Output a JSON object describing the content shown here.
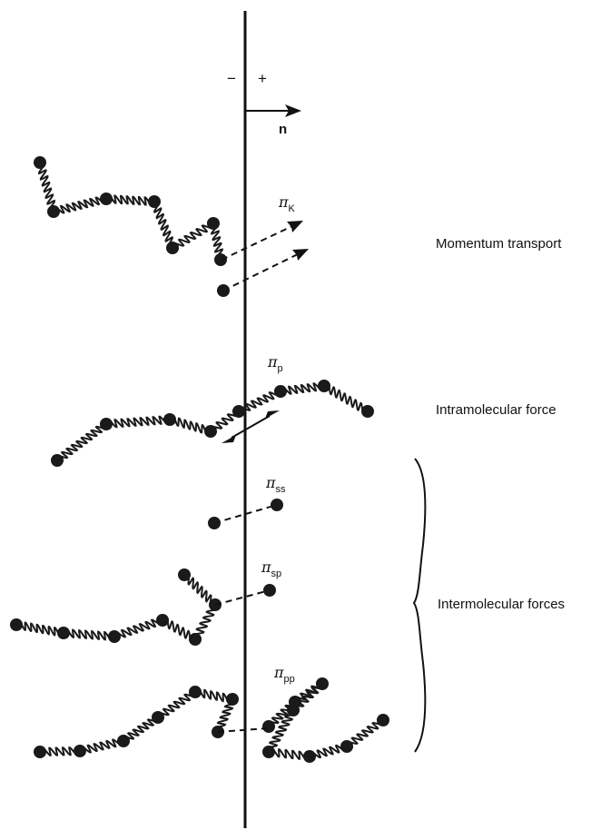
{
  "surface": {
    "minus_sign": "−",
    "plus_sign": "+",
    "normal_label": "n"
  },
  "stresses": {
    "kinetic": {
      "symbol": "π",
      "sub": "K"
    },
    "intramolecular": {
      "symbol": "π",
      "sub": "p"
    },
    "solvent_solvent": {
      "symbol": "π",
      "sub": "ss"
    },
    "solvent_polymer": {
      "symbol": "π",
      "sub": "sp"
    },
    "polymer_polymer": {
      "symbol": "π",
      "sub": "pp"
    }
  },
  "labels": {
    "momentum": "Momentum transport",
    "intramolecular": "Intramolecular force",
    "intermolecular": "Intermolecular forces"
  }
}
